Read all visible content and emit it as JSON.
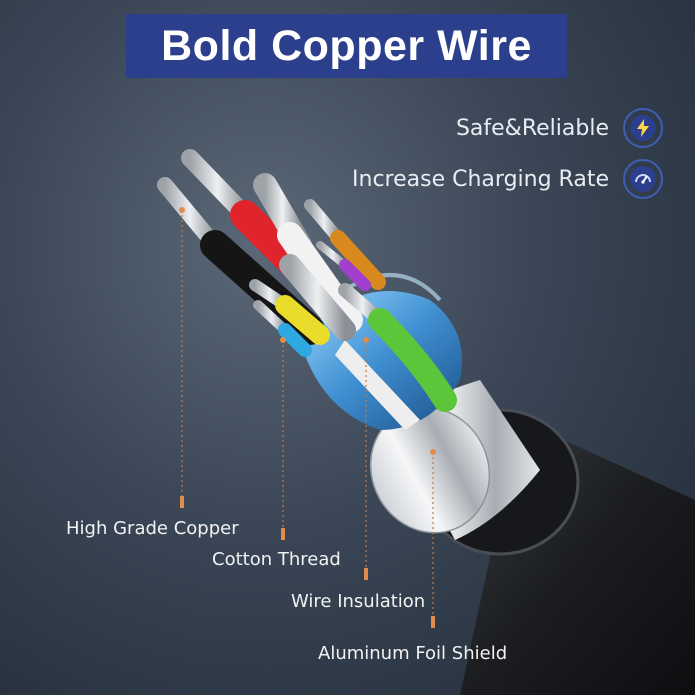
{
  "title": "Bold Copper Wire",
  "features": [
    {
      "text": "Safe&Reliable",
      "icon": "lightning-bolt-icon"
    },
    {
      "text": "Increase Charging Rate",
      "icon": "speedometer-icon"
    }
  ],
  "labels": {
    "copper": "High Grade Copper",
    "thread": "Cotton Thread",
    "insulation": "Wire Insulation",
    "foil": "Aluminum Foil Shield"
  },
  "colors": {
    "banner": "#2c3f8c",
    "accent": "#3d5fb6",
    "leader": "#c9783f",
    "wire_red": "#e0242c",
    "wire_black": "#151515",
    "wire_yellow": "#e9dc2a",
    "wire_green": "#5cc63a",
    "wire_blue": "#2ea8e0",
    "wire_orange": "#d98a1f",
    "wire_purple": "#a33fcf"
  }
}
